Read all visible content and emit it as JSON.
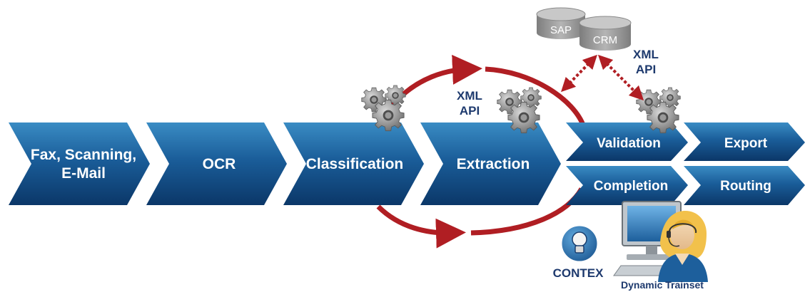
{
  "stages": {
    "fax": [
      "Fax, Scanning,",
      "E-Mail"
    ],
    "ocr": "OCR",
    "classification": "Classification",
    "extraction": "Extraction",
    "validation": "Validation",
    "completion": "Completion",
    "export": "Export",
    "routing": "Routing"
  },
  "databases": {
    "sap": "SAP",
    "crm": "CRM"
  },
  "api_labels": {
    "left": [
      "XML",
      "API"
    ],
    "right": [
      "XML",
      "API"
    ]
  },
  "contex_label": "CONTEX",
  "trainset_label": "Dynamic Trainset",
  "colors": {
    "chevron_top": "#2f7fb6",
    "chevron_bottom": "#0d3f73",
    "loop_arrow": "#b01e23",
    "label_dark": "#1e3a6e",
    "gear": "#8a8a8a"
  },
  "icons": [
    "gear-icon",
    "database-icon",
    "lightbulb-icon",
    "monitor-icon",
    "headset-operator-icon",
    "dotted-double-arrow-icon"
  ]
}
